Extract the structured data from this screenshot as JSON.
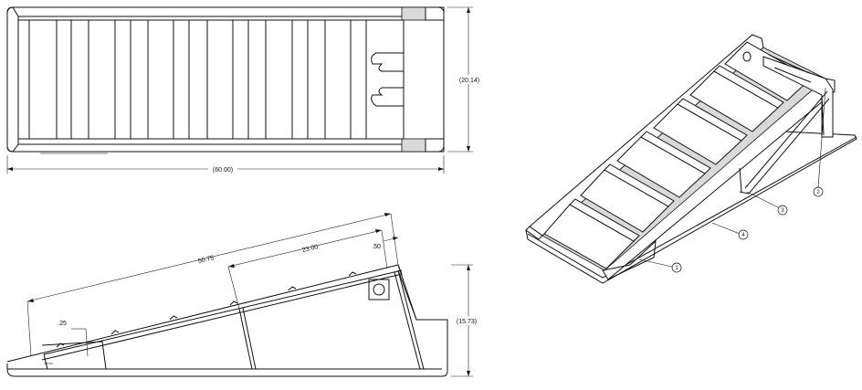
{
  "top_view": {
    "dim_width": "(60.00)",
    "dim_height": "(20.14)"
  },
  "side_view": {
    "dim_overall": "50.75",
    "dim_middle": "23.00",
    "dim_small": ".50",
    "dim_notch": ".25",
    "dim_height": "(15.73)"
  },
  "iso_view": {
    "balloons": [
      "1",
      "2",
      "3",
      "4"
    ]
  }
}
